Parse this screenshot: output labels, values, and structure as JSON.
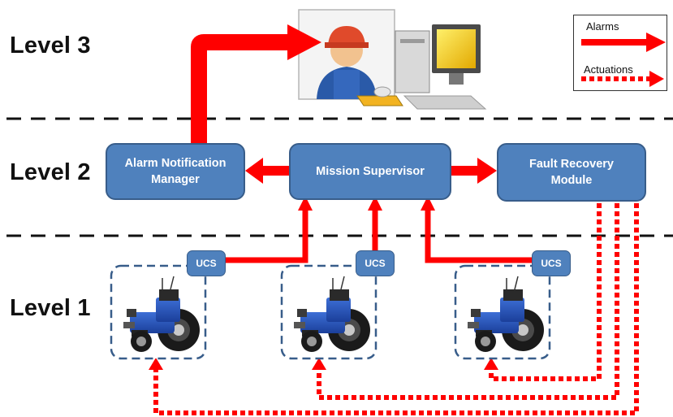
{
  "levels": {
    "level3": "Level 3",
    "level2": "Level 2",
    "level1": "Level 1"
  },
  "nodes": {
    "alarm_manager": "Alarm Notification\nManager",
    "mission_supervisor": "Mission Supervisor",
    "fault_recovery": "Fault Recovery\nModule",
    "ucs_label": "UCS"
  },
  "legend": {
    "alarms": "Alarms",
    "actuations": "Actuations"
  },
  "colors": {
    "box_fill": "#4f81bd",
    "box_border": "#385d8a",
    "arrow": "#ff0000",
    "dashed_line": "#111111"
  },
  "icons": [
    "operator-icon",
    "computer-icon",
    "tractor-icon"
  ]
}
